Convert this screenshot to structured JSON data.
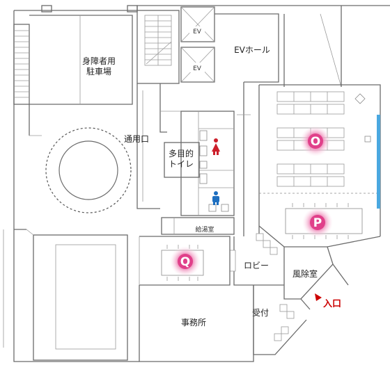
{
  "rooms": {
    "parking": "身障者用\n駐車場",
    "ev_hall": "EVホール",
    "ev_label": "EV",
    "service_entrance": "通用口",
    "multipurpose_toilet": "多目的\nトイレ",
    "kitchenette": "給湯室",
    "lobby": "ロビー",
    "windbreak_room": "風除室",
    "reception": "受付",
    "office": "事務所",
    "entrance": "入口"
  },
  "markers": [
    {
      "id": "O",
      "label": "O"
    },
    {
      "id": "P",
      "label": "P"
    },
    {
      "id": "Q",
      "label": "Q"
    }
  ],
  "colors": {
    "wall": "#6b6b6b",
    "marker_core": "#e0408a",
    "marker_glow": "#f5b4d2",
    "entrance_arrow": "#cc0000",
    "window_accent": "#4aa8e0",
    "female_icon": "#cc1f2b",
    "male_icon": "#1e6fc0"
  }
}
